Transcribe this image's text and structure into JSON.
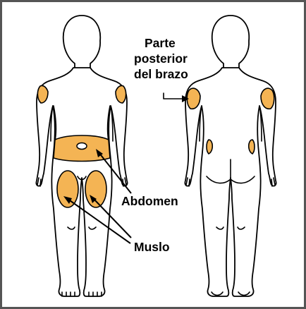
{
  "labels": {
    "back_of_arm_line1": "Parte",
    "back_of_arm_line2": "posterior",
    "back_of_arm_line3": "del brazo",
    "abdomen": "Abdomen",
    "thigh": "Muslo"
  },
  "colors": {
    "injection_site": "#F4B454",
    "outline": "#000000",
    "frame_border": "#555555",
    "background": "#FFFFFF"
  },
  "figures": [
    "front-body-figure",
    "back-body-figure"
  ]
}
